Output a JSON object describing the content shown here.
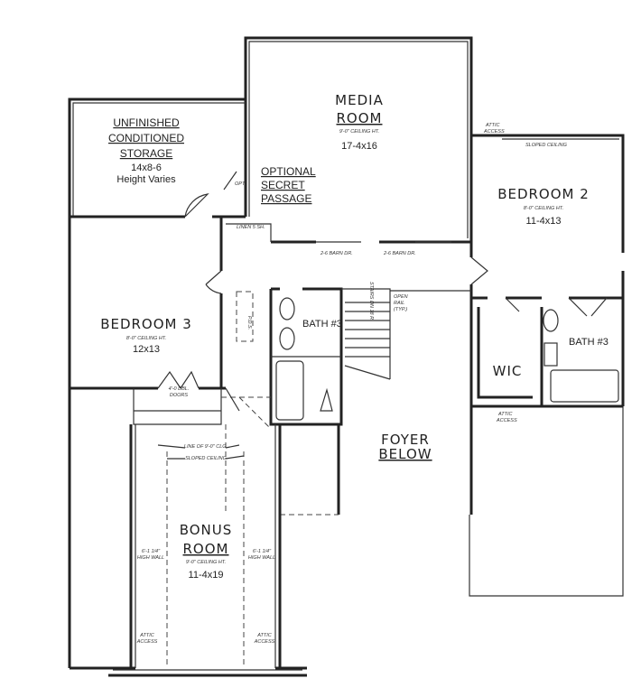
{
  "rooms": {
    "media": {
      "name_1": "MEDIA",
      "name_2": "ROOM",
      "ceiling": "9'-0\" CEILING HT.",
      "size": "17-4x16"
    },
    "storage": {
      "name_1": "UNFINISHED",
      "name_2": "CONDITIONED",
      "name_3": "STORAGE",
      "size": "14x8-6",
      "note": "Height Varies"
    },
    "bedroom2": {
      "name": "BEDROOM 2",
      "ceiling": "8'-0\" CEILING HT.",
      "size": "11-4x13"
    },
    "bedroom3": {
      "name": "BEDROOM 3",
      "ceiling": "8'-0\" CEILING HT.",
      "size": "12x13"
    },
    "bonus": {
      "name_1": "BONUS",
      "name_2": "ROOM",
      "ceiling": "9'-0\" CEILING HT.",
      "size": "11-4x19"
    },
    "foyer": {
      "name_1": "FOYER",
      "name_2": "BELOW"
    },
    "bath_left": {
      "name": "BATH #3"
    },
    "bath_right": {
      "name": "BATH #3"
    },
    "wic": {
      "name": "WIC"
    }
  },
  "notes": {
    "secret_1": "OPTIONAL",
    "secret_2": "SECRET",
    "secret_3": "PASSAGE",
    "opt": "OPT.",
    "linen": "LINEN 5 SH.",
    "barn_door_1": "2-6 BARN DR.",
    "barn_door_2": "2-6 BARN DR.",
    "attic_1": "ATTIC",
    "access_1": "ACCESS",
    "attic_2": "ATTIC",
    "access_2": "ACCESS",
    "attic_3": "ATTIC",
    "access_3": "ACCESS",
    "attic_4": "ATTIC",
    "access_4": "ACCESS",
    "sloped_ceiling_bed2": "SLOPED CEILING",
    "pds": "P.D.S.",
    "stairs": "STAIRS DN 18 R.",
    "open_rail_1": "OPEN",
    "open_rail_2": "RAIL",
    "open_rail_3": "(TYP.)",
    "dbl_doors_1": "4'-0 DBL.",
    "dbl_doors_2": "DOORS",
    "line_clg": "LINE OF 9'-0\" CLG.",
    "sloped_ceiling_bonus": "SLOPED CEILING",
    "high_wall_1a": "6'-1 1/4\"",
    "high_wall_1b": "HIGH WALL",
    "high_wall_2a": "6'-1 1/4\"",
    "high_wall_2b": "HIGH WALL"
  }
}
